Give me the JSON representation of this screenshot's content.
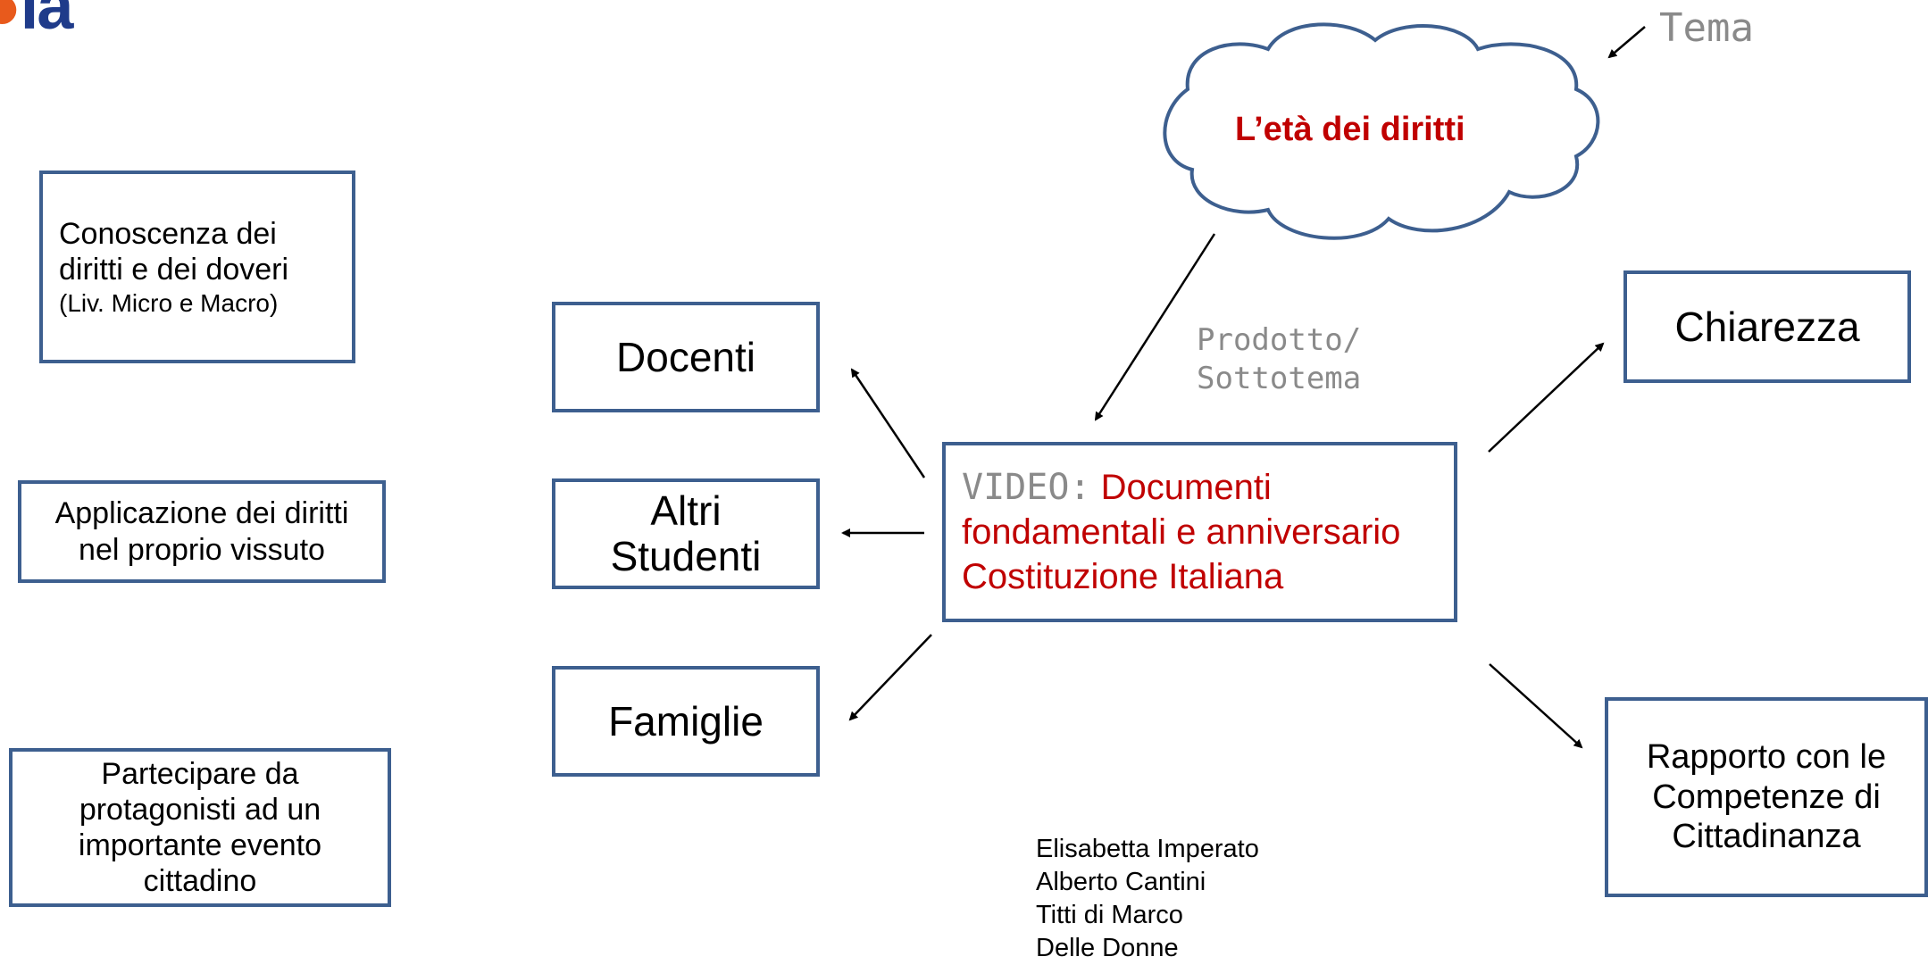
{
  "logo": {
    "visible_text": "la"
  },
  "cloud": {
    "label": "L’età dei diritti"
  },
  "annotations": {
    "tema": "Tema",
    "prodotto_line1": "Prodotto/",
    "prodotto_line2": "Sottotema"
  },
  "left_column": {
    "box1_line1": "Conoscenza dei",
    "box1_line2": "diritti e dei doveri",
    "box1_note": "(Liv. Micro e Macro)",
    "box2_line1": "Applicazione dei diritti",
    "box2_line2": "nel proprio vissuto",
    "box3_line1": "Partecipare da",
    "box3_line2": "protagonisti ad un",
    "box3_line3": "importante evento",
    "box3_line4": "cittadino"
  },
  "audience": {
    "docenti": "Docenti",
    "altri_line1": "Altri",
    "altri_line2": "Studenti",
    "famiglie": "Famiglie"
  },
  "center": {
    "prefix": "VIDEO:",
    "line1": "Documenti",
    "line2": "fondamentali e anniversario",
    "line3": "Costituzione Italiana"
  },
  "right": {
    "chiarezza": "Chiarezza",
    "rapporto_line1": "Rapporto con le",
    "rapporto_line2": "Competenze di",
    "rapporto_line3": "Cittadinanza"
  },
  "authors": [
    "Elisabetta Imperato",
    "Alberto Cantini",
    "Titti di Marco",
    "Delle Donne"
  ],
  "colors": {
    "box_border": "#3d5f8f",
    "accent_red": "#c00000",
    "annotation_gray": "#8a8a8a",
    "logo_orange": "#e85a1c",
    "logo_blue": "#1f3b8a"
  }
}
